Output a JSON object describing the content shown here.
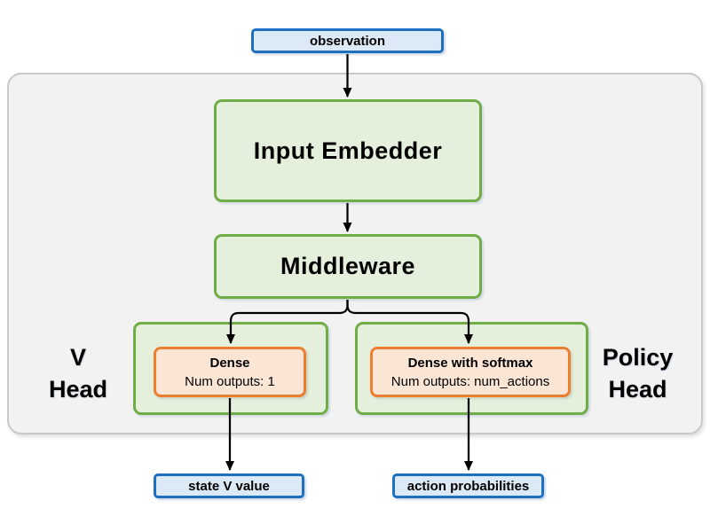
{
  "nodes": {
    "observation": {
      "label": "observation"
    },
    "input_embedder": {
      "label": "Input Embedder"
    },
    "middleware": {
      "label": "Middleware"
    },
    "v_head": {
      "label_line1": "V",
      "label_line2": "Head"
    },
    "v_dense": {
      "title": "Dense",
      "subtitle": "Num outputs: 1"
    },
    "policy_head": {
      "label_line1": "Policy",
      "label_line2": "Head"
    },
    "policy_dense": {
      "title": "Dense with softmax",
      "subtitle": "Num outputs: num_actions"
    },
    "state_v_value": {
      "label": "state V value"
    },
    "action_probabilities": {
      "label": "action probabilities"
    }
  },
  "edges": [
    {
      "from": "observation",
      "to": "input_embedder"
    },
    {
      "from": "input_embedder",
      "to": "middleware"
    },
    {
      "from": "middleware",
      "to": "v_dense"
    },
    {
      "from": "middleware",
      "to": "policy_dense"
    },
    {
      "from": "v_dense",
      "to": "state_v_value"
    },
    {
      "from": "policy_dense",
      "to": "action_probabilities"
    }
  ],
  "colors": {
    "blue_border": "#1F6FC0",
    "blue_fill": "#DCE9F6",
    "green_border": "#70AD47",
    "green_fill": "#E5F0DC",
    "orange_border": "#ED7D31",
    "orange_fill": "#FBE6D6",
    "container_fill": "#F2F2F2",
    "container_border": "#C9C9C9",
    "arrow": "#000000"
  }
}
